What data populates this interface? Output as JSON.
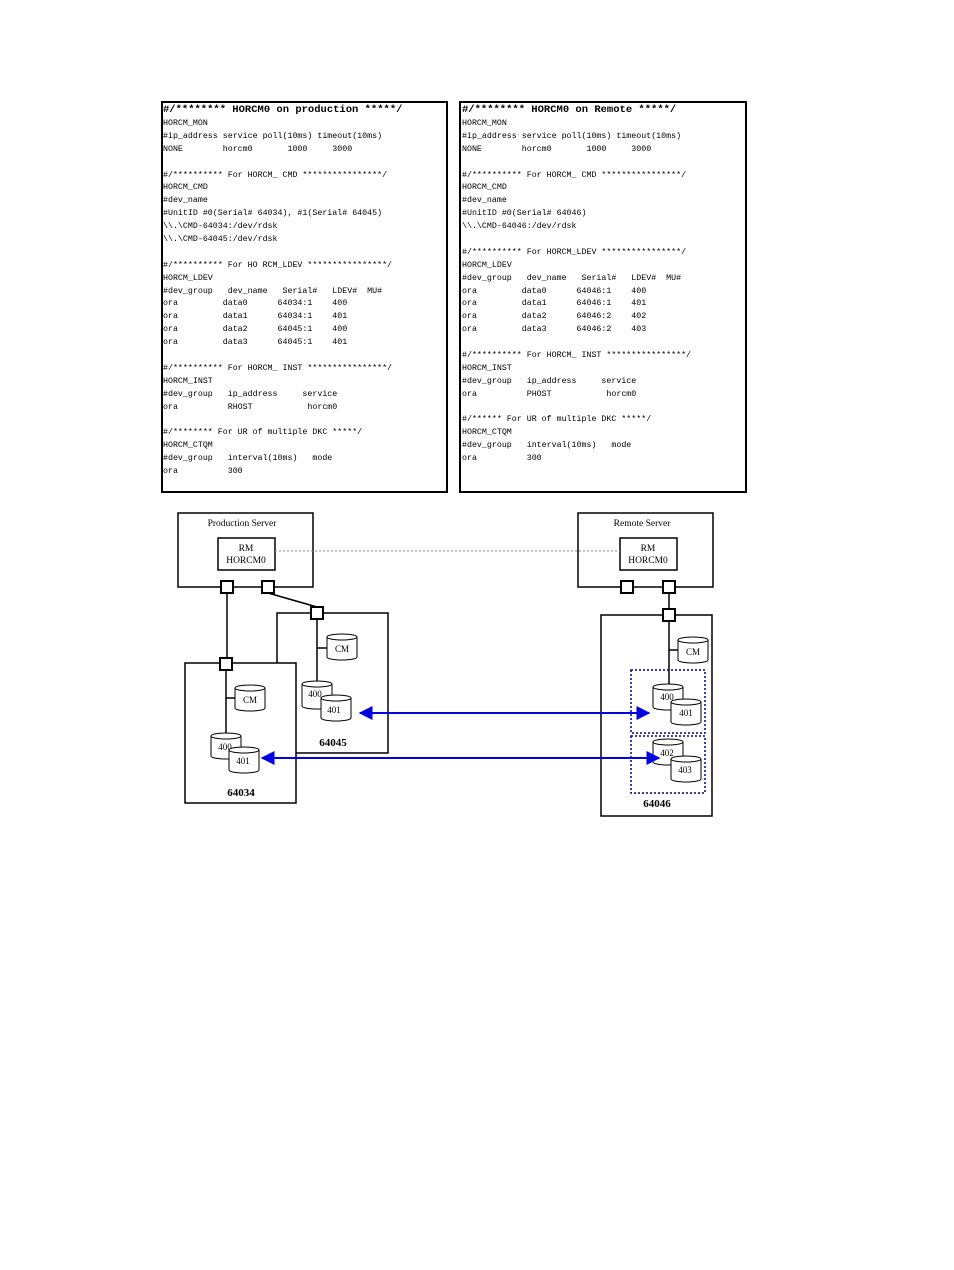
{
  "config_production": {
    "lines": [
      "#/******** HORCM0 on production *****/",
      "HORCM_MON",
      "#ip_address service poll(10ms) timeout(10ms)",
      "NONE        horcm0       1000     3000",
      "",
      "#/********** For HORCM_ CMD ****************/",
      "HORCM_CMD",
      "#dev_name",
      "#UnitID #0(Serial# 64034), #1(Serial# 64045)",
      "\\\\.\\CMD-64034:/dev/rdsk",
      "\\\\.\\CMD-64045:/dev/rdsk",
      "",
      "#/********** For HO RCM_LDEV ****************/",
      "HORCM_LDEV",
      "#dev_group   dev_name   Serial#   LDEV#  MU#",
      "ora         data0      64034:1    400",
      "ora         data1      64034:1    401",
      "ora         data2      64045:1    400",
      "ora         data3      64045:1    401",
      "",
      "#/********** For HORCM_ INST ****************/",
      "HORCM_INST",
      "#dev_group   ip_address     service",
      "ora          RHOST           horcm0",
      "",
      "#/******** For UR of multiple DKC *****/",
      "HORCM_CTQM",
      "#dev_group   interval(10ms)   mode",
      "ora          300"
    ]
  },
  "config_remote": {
    "lines": [
      "#/******** HORCM0 on Remote *****/",
      "HORCM_MON",
      "#ip_address service poll(10ms) timeout(10ms)",
      "NONE        horcm0       1000     3000",
      "",
      "#/********** For HORCM_ CMD ****************/",
      "HORCM_CMD",
      "#dev_name",
      "#UnitID #0(Serial# 64046)",
      "\\\\.\\CMD-64046:/dev/rdsk",
      "",
      "#/********** For HORCM_LDEV ****************/",
      "HORCM_LDEV",
      "#dev_group   dev_name   Serial#   LDEV#  MU#",
      "ora         data0      64046:1    400",
      "ora         data1      64046:1    401",
      "ora         data2      64046:2    402",
      "ora         data3      64046:2    403",
      "",
      "#/********** For HORCM_ INST ****************/",
      "HORCM_INST",
      "#dev_group   ip_address     service",
      "ora          PHOST           horcm0",
      "",
      "#/****** For UR of multiple DKC *****/",
      "HORCM_CTQM",
      "#dev_group   interval(10ms)   mode",
      "ora          300"
    ]
  },
  "diagram": {
    "production_server": {
      "title": "Production Server",
      "rm_line1": "RM",
      "rm_line2": "HORCM0"
    },
    "remote_server": {
      "title": "Remote Server",
      "rm_line1": "RM",
      "rm_line2": "HORCM0"
    },
    "storage_64034": {
      "serial": "64034",
      "cm": "CM",
      "disk_a": "400",
      "disk_b": "401"
    },
    "storage_64045": {
      "serial": "64045",
      "cm": "CM",
      "disk_a": "400",
      "disk_b": "401"
    },
    "storage_64046": {
      "serial": "64046",
      "cm": "CM",
      "disk_a": "400",
      "disk_b": "401",
      "disk_c": "402",
      "disk_d": "403"
    },
    "colors": {
      "link": "#0000e0",
      "line": "#000000",
      "dotted_group": "#000080"
    }
  }
}
